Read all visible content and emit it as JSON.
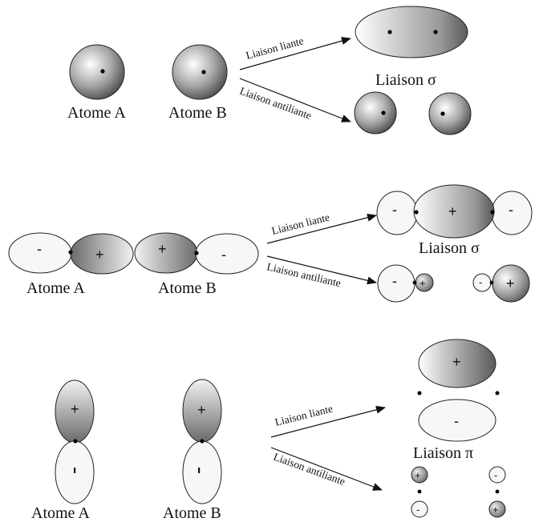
{
  "rows": [
    {
      "atom_a": "Atome A",
      "atom_b": "Atome B",
      "bonding": "Liaison liante",
      "antibonding": "Liaison antiliante",
      "result": "Liaison σ"
    },
    {
      "atom_a": "Atome A",
      "atom_b": "Atome B",
      "bonding": "Liaison liante",
      "antibonding": "Liaison antiliante",
      "result": "Liaison σ"
    },
    {
      "atom_a": "Atome A",
      "atom_b": "Atome B",
      "bonding": "Liaison liante",
      "antibonding": "Liaison antiliante",
      "result": "Liaison π"
    }
  ],
  "signs": {
    "plus": "+",
    "minus": "-",
    "dot": "·"
  },
  "colors": {
    "lobe_dark": "#5a5a5a",
    "lobe_light": "#f7f7f7",
    "outline": "#222222"
  }
}
